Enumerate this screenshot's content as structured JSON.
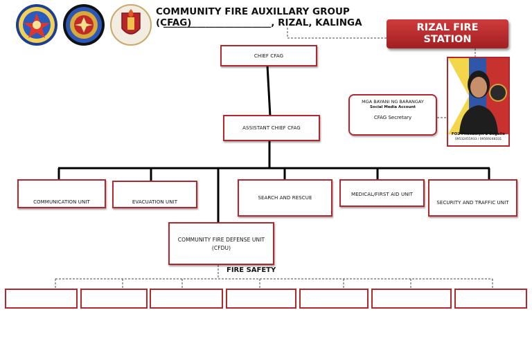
{
  "header": {
    "title": "COMMUNITY FIRE AUXILLARY GROUP (CFAG)",
    "subtitle": "_______________________, RIZAL, KALINGA"
  },
  "station": {
    "label_line1": "RIZAL FIRE",
    "label_line2": "STATION"
  },
  "nodes": {
    "chief": "CHIEF CFAG",
    "assistant": "ASSISTANT CHIEF CFAG",
    "communication": "COMMUNICATION UNIT",
    "evacuation": "EVACUATION UNIT",
    "search": "SEARCH AND RESCUE",
    "medical": "MEDICAL/FIRST AID UNIT",
    "security": "SECURITY AND TRAFFIC UNIT",
    "cfdu_line1": "COMMUNITY FIRE DEFENSE UNIT",
    "cfdu_line2": "(CFDU)"
  },
  "secretary": {
    "line1": "MGA BAYANI NG BARANGAY",
    "line2": "Social Media Account",
    "role": "CFAG Secretary"
  },
  "photo": {
    "name": "FO2 Phoebelyn S Segalle",
    "phones": "09532455933 / 09569248331"
  },
  "fire_safety": {
    "label": "FIRE SAFETY"
  },
  "colors": {
    "accent": "#b3262b",
    "station": "#b62a2d"
  },
  "logos": [
    "bfp-seal-icon",
    "bureau-fire-protection-icon",
    "fire-shield-icon"
  ]
}
